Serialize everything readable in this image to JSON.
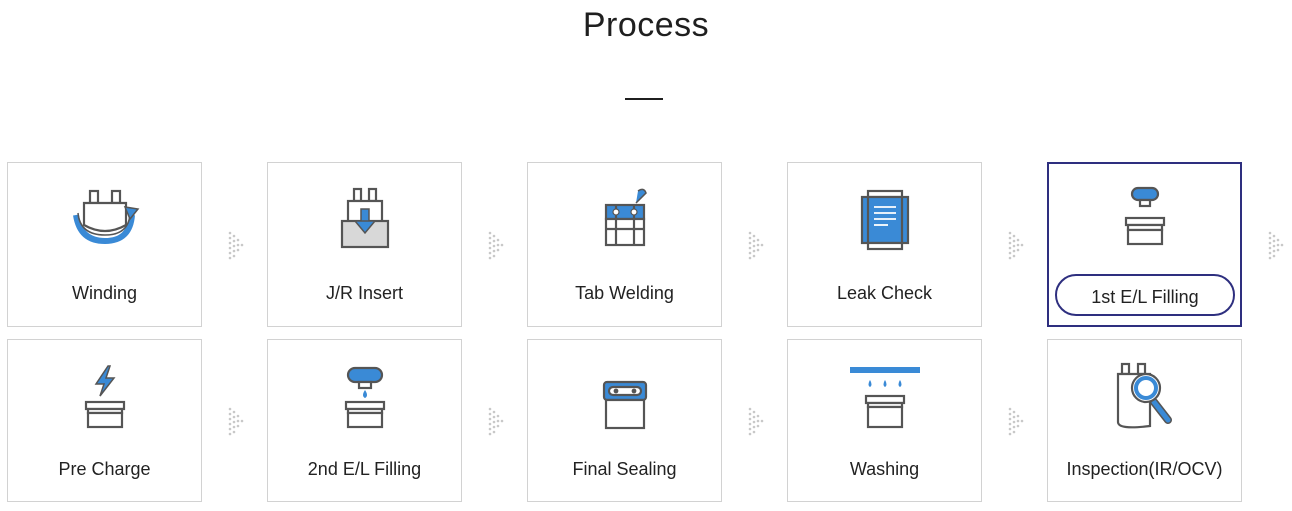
{
  "page": {
    "title": "Process"
  },
  "steps": [
    {
      "label": "Winding",
      "icon": "winding-icon"
    },
    {
      "label": "J/R Insert",
      "icon": "jr-insert-icon"
    },
    {
      "label": "Tab Welding",
      "icon": "tab-welding-icon"
    },
    {
      "label": "Leak Check",
      "icon": "leak-check-icon"
    },
    {
      "label": "1st E/L Filling",
      "icon": "el-filling-icon",
      "active": true
    },
    {
      "label": "Pre Charge",
      "icon": "pre-charge-icon"
    },
    {
      "label": "2nd E/L Filling",
      "icon": "el-filling-drop-icon"
    },
    {
      "label": "Final Sealing",
      "icon": "final-sealing-icon"
    },
    {
      "label": "Washing",
      "icon": "washing-icon"
    },
    {
      "label": "Inspection(IR/OCV)",
      "icon": "inspection-icon"
    }
  ],
  "colors": {
    "accent_blue": "#3a8ad6",
    "outline_gray": "#555555",
    "active_border": "#2e2f7f",
    "arrow_gray": "#c8c8c8"
  }
}
